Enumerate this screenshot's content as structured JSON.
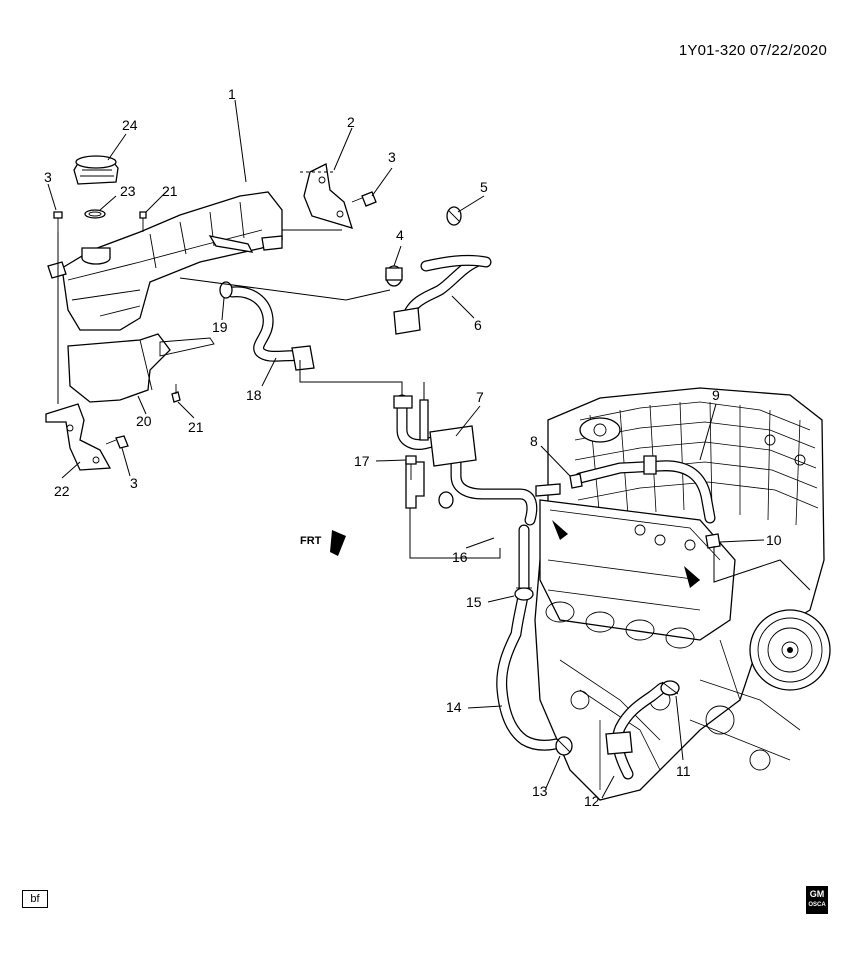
{
  "header": {
    "doc_id": "1Y01-320  07/22/2020"
  },
  "footer": {
    "bf_label": "bf",
    "logo_top": "GM",
    "logo_bottom": "OSCA"
  },
  "frt_label": "FRT",
  "callouts": [
    "1",
    "2",
    "3",
    "3",
    "3",
    "4",
    "5",
    "6",
    "7",
    "8",
    "9",
    "10",
    "11",
    "12",
    "13",
    "14",
    "15",
    "16",
    "17",
    "18",
    "19",
    "20",
    "21",
    "21",
    "22",
    "23",
    "24"
  ]
}
